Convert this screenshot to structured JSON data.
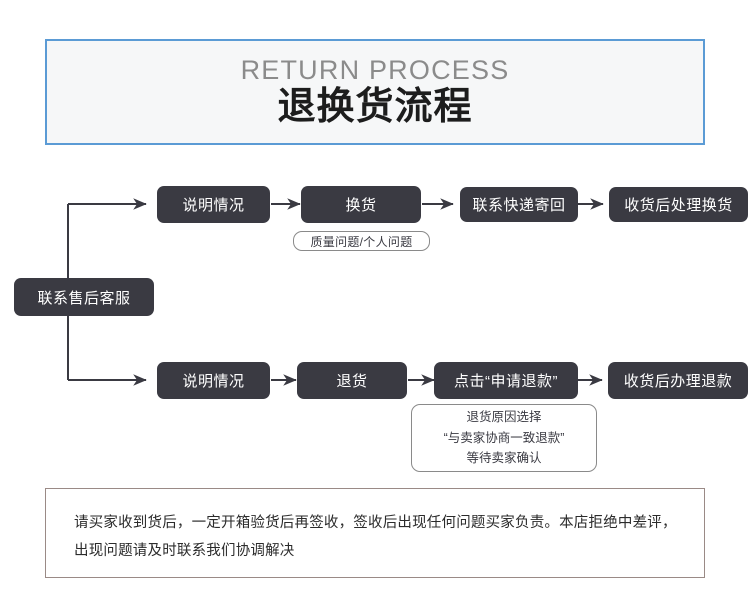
{
  "header": {
    "title_en": "RETURN PROCESS",
    "title_cn": "退换货流程",
    "border_color": "#5b9bd5",
    "background_color": "#f6f7f8"
  },
  "flow": {
    "node_fill": "#3a3a42",
    "line_color": "#3a3a42",
    "start_node": "联系售后客服",
    "exchange_branch": {
      "steps": [
        "说明情况",
        "换货",
        "联系快递寄回",
        "收货后处理换货"
      ],
      "note": "质量问题/个人问题"
    },
    "refund_branch": {
      "steps": [
        "说明情况",
        "退货",
        "点击“申请退款”",
        "收货后办理退款"
      ],
      "note_lines": [
        "退货原因选择",
        "“与卖家协商一致退款”",
        "等待卖家确认"
      ]
    }
  },
  "footer": {
    "notice": "请买家收到货后，一定开箱验货后再签收，签收后出现任何问题买家负责。本店拒绝中差评，出现问题请及时联系我们协调解决",
    "border_color": "#9a8a86"
  }
}
